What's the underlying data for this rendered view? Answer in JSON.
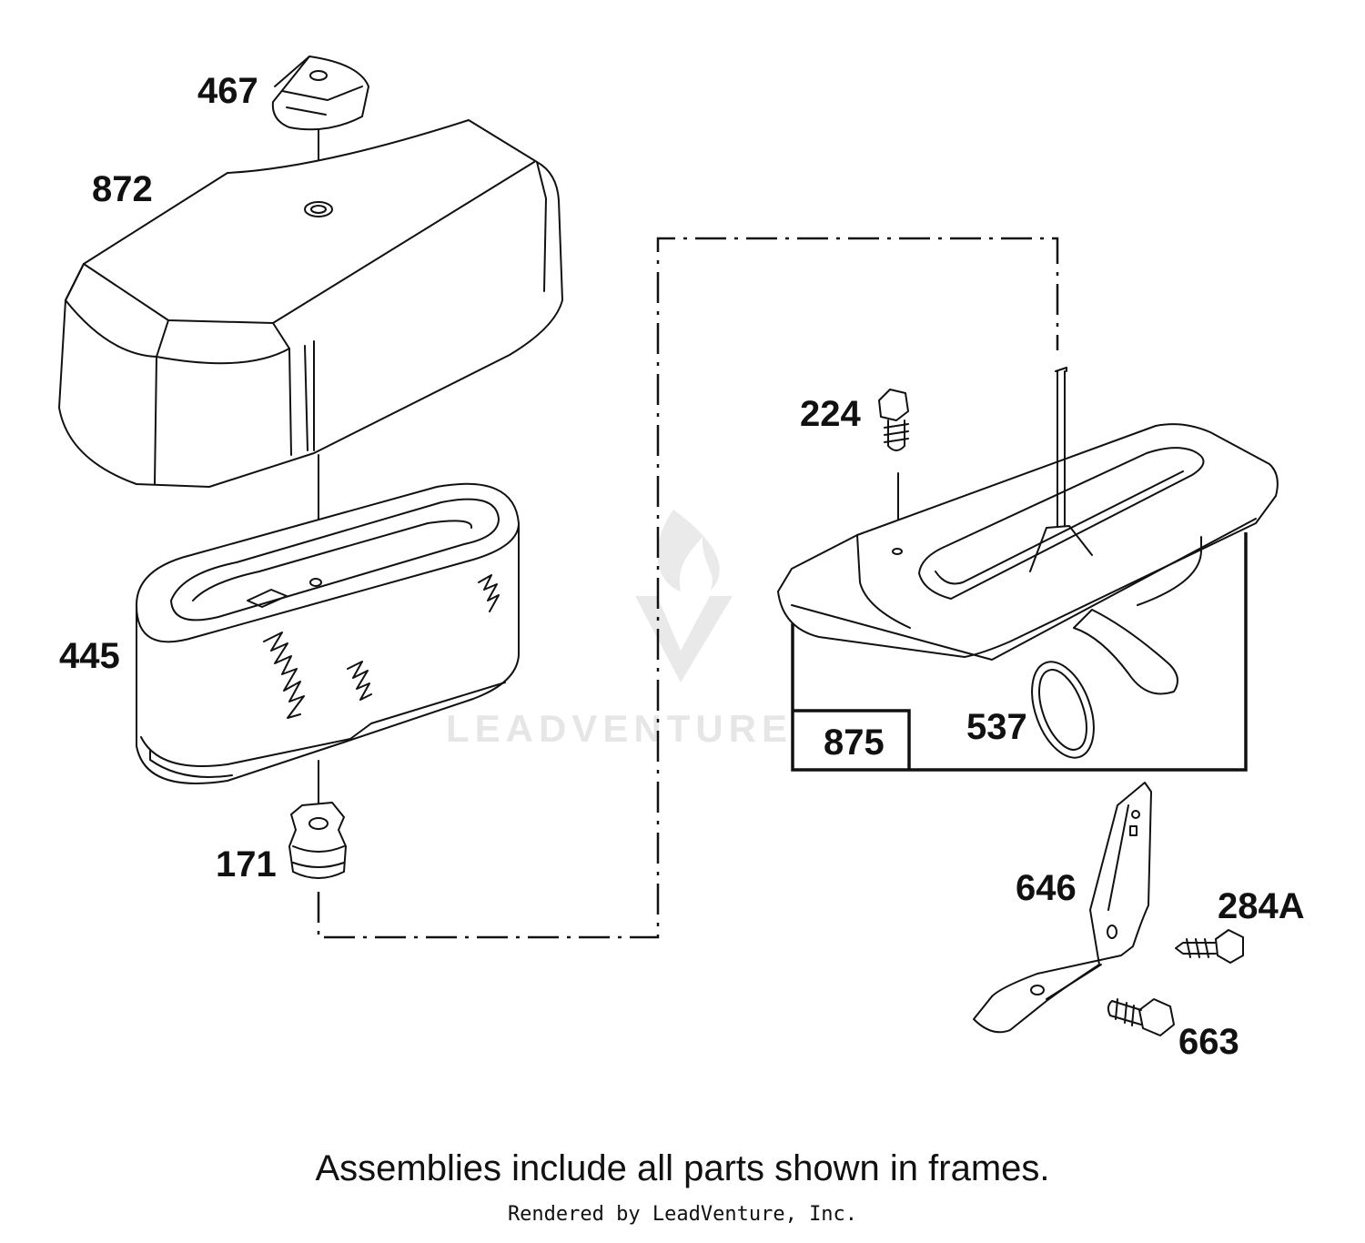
{
  "parts": [
    {
      "id": "467"
    },
    {
      "id": "872"
    },
    {
      "id": "445"
    },
    {
      "id": "171"
    },
    {
      "id": "224"
    },
    {
      "id": "537"
    },
    {
      "id": "646"
    },
    {
      "id": "284A"
    },
    {
      "id": "663"
    }
  ],
  "frame": {
    "id": "875"
  },
  "watermark": "LEADVENTURE",
  "caption": "Assemblies include all parts shown in frames.",
  "credit": "Rendered by LeadVenture, Inc."
}
